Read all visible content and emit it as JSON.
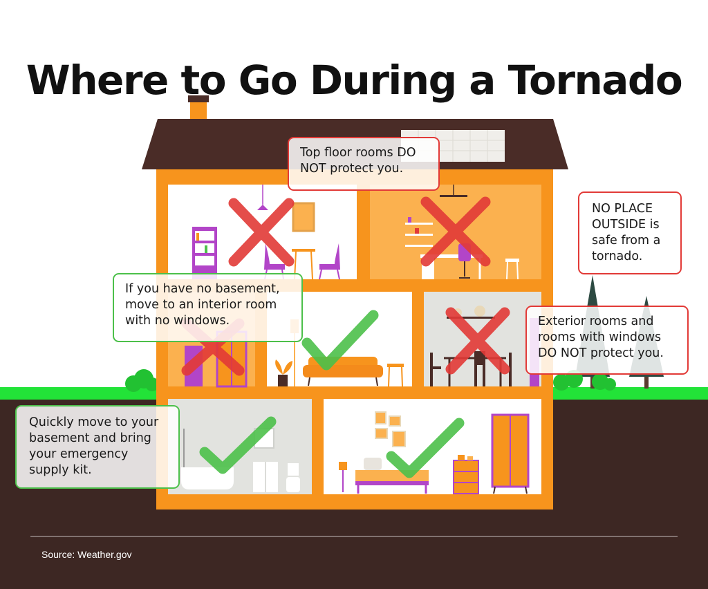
{
  "title": "Where to Go During a Tornado",
  "callouts": {
    "top_floor": "Top floor rooms DO NOT protect you.",
    "outside": "NO PLACE OUTSIDE is safe from a tornado.",
    "interior": "If you have no basement, move to an interior room with no windows.",
    "exterior": "Exterior rooms and rooms with windows DO NOT protect you.",
    "basement": "Quickly move to your basement and bring your emergency supply kit."
  },
  "source": "Source: Weather.gov",
  "marks": {
    "bad_rooms": [
      "top-left-bedroom",
      "top-right-office",
      "middle-left-room",
      "middle-right-dining-room"
    ],
    "good_rooms": [
      "middle-center-living-room",
      "basement-bathroom",
      "basement-bedroom"
    ]
  },
  "colors": {
    "house_wall": "#f7941d",
    "roof": "#4a2c27",
    "ground": "#3d2723",
    "grass": "#22e338",
    "bad": "#e23a37",
    "good": "#4cc04a"
  },
  "icons": [
    "cross-mark-icon",
    "check-mark-icon",
    "tree-icon",
    "bush-icon"
  ]
}
